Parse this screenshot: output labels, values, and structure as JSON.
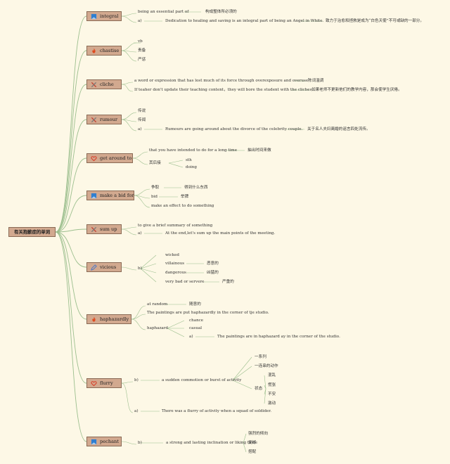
{
  "root": "有关抱歉症的单词",
  "nodes": [
    {
      "id": "integral",
      "label": "integral",
      "icon": "flag-icon",
      "children": [
        "being an essential part of",
        "构成整体所必须的",
        "a)",
        "Dedication to healing and saving is an integral part of being an Angel in White.",
        "致力于治愈和拯救是成为“白色天使”不可或缺的一部分。"
      ]
    },
    {
      "id": "chastise",
      "label": "chastise",
      "icon": "fire-icon",
      "children": [
        "vb",
        "责备",
        "严惩"
      ]
    },
    {
      "id": "cliche",
      "label": "cliche",
      "icon": "tools-icon",
      "children": [
        "a word or expression that has lost much of its force through overexposure and overuse",
        "陈词滥调",
        "If teaher don't update their teaching content，they will bore the student with the cliches.",
        "如果老师不更新他们的教学内容，那会使学生厌倦。"
      ]
    },
    {
      "id": "rumour",
      "label": "rumour",
      "icon": "tools-icon",
      "children": [
        "传说",
        "传闻",
        "a)",
        "Rumours are going around about the divorce of the celebrity couple.",
        "关于名人夫妇离婚的谣言四处流传。"
      ]
    },
    {
      "id": "get_around_to",
      "label": "get around to",
      "icon": "heart-icon",
      "children": [
        "that you have intended to do for a long time",
        "抽出时间来做",
        "其后接",
        "sth",
        "doing"
      ]
    },
    {
      "id": "make_a_bid_for",
      "label": "make a bid for",
      "icon": "flag-icon",
      "children": [
        "争取",
        "得到什么东西",
        "bid",
        "举牌",
        "make an effect to do something"
      ]
    },
    {
      "id": "sum_up",
      "label": "sum up",
      "icon": "tools-icon",
      "children": [
        "to give a brief summary of something",
        "a)",
        "At the end,let's sum up the main points of the meeting."
      ]
    },
    {
      "id": "vicious",
      "label": "vicious",
      "icon": "pen-icon",
      "children": [
        "b)",
        "wicked",
        "villainous",
        "恶意的",
        "dangerous",
        "凶猛的",
        "very bad or servere",
        "严重的"
      ]
    },
    {
      "id": "haphazardly",
      "label": "haphazardly",
      "icon": "fire-icon",
      "children": [
        "at random",
        "随意的",
        "The paintings are put haphazardly in the corner of tje studio.",
        "haphazard",
        "chance",
        "casual",
        "a)",
        "The paintings are in haphazard ay in the corner of the studio."
      ]
    },
    {
      "id": "flurry",
      "label": "flurry",
      "icon": "heart-icon",
      "children": [
        "b)",
        "a sudden commotion or burst of activity",
        "一系列",
        "一连串的动作",
        "状态",
        "混乱",
        "慌张",
        "不安",
        "激动",
        "a)",
        "There was a flurry of activity when a squad of soldider."
      ]
    },
    {
      "id": "pechant",
      "label": "pechant",
      "icon": "flag-icon",
      "children": [
        "b)",
        "a strong and lasting inclination or liking taste",
        "强烈的倾向",
        "爱好",
        "搭配"
      ]
    }
  ],
  "colors": {
    "line": "#9cbf8e",
    "node_bg": "#d2a98f",
    "node_border": "#8a6a55",
    "bg": "#fdf8e6",
    "flag": "#2f7fd0",
    "fire": "#e04a1e",
    "heart": "#d9402a",
    "tools": "#c0392b",
    "pen": "#4a78c8"
  }
}
